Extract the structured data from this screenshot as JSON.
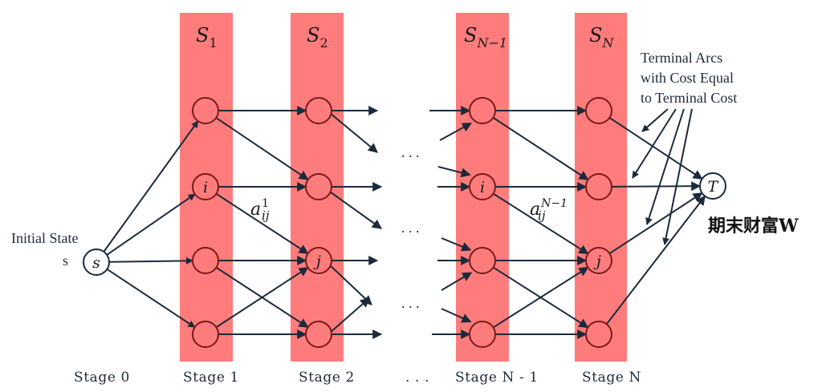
{
  "diagram": {
    "type": "multistage-shortest-path-graph",
    "band_color": "#ff7c7c",
    "node_stroke_in_band": "#7a1a1a",
    "arc_color": "#1b2a3a",
    "stages": [
      {
        "id": "stage0",
        "label": "Stage 0",
        "set_label": null,
        "base": null,
        "sub": null
      },
      {
        "id": "stage1",
        "label": "Stage 1",
        "set_label": "S_1",
        "base": "S",
        "sub": "1"
      },
      {
        "id": "stage2",
        "label": "Stage 2",
        "set_label": "S_2",
        "base": "S",
        "sub": "2"
      },
      {
        "id": "stageN1",
        "label": "Stage N - 1",
        "set_label": "S_{N-1}",
        "base": "S",
        "sub": "N−1"
      },
      {
        "id": "stageN",
        "label": "Stage N",
        "set_label": "S_N",
        "base": "S",
        "sub": "N"
      }
    ],
    "ellipsis_label": ". . .",
    "initial_state": {
      "title": "Initial State",
      "symbol_text": "s",
      "node_label": "s"
    },
    "terminal": {
      "node_label": "T",
      "caption": "期末财富W"
    },
    "terminal_note": [
      "Terminal Arcs",
      "with Cost Equal",
      "to Terminal Cost"
    ],
    "node_labels": {
      "stage1_row2": "i",
      "stage2_row3": "j",
      "stageN1_row2": "i",
      "stageN_row3": "j"
    },
    "arc_labels": {
      "first": {
        "base": "a",
        "sub": "ij",
        "sup": "1"
      },
      "last": {
        "base": "a",
        "sub": "ij",
        "sup": "N−1"
      }
    },
    "gap_dots": ". . .",
    "rows_per_stage": 4
  }
}
